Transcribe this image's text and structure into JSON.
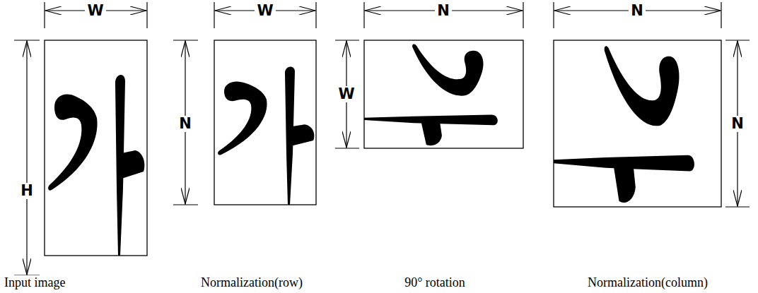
{
  "diagram": {
    "labels": [
      "W",
      "H",
      "Input image",
      "W",
      "N",
      "Normalization(row)",
      "N",
      "W",
      "90° rotation",
      "N",
      "N",
      "Normalization(column)"
    ]
  }
}
